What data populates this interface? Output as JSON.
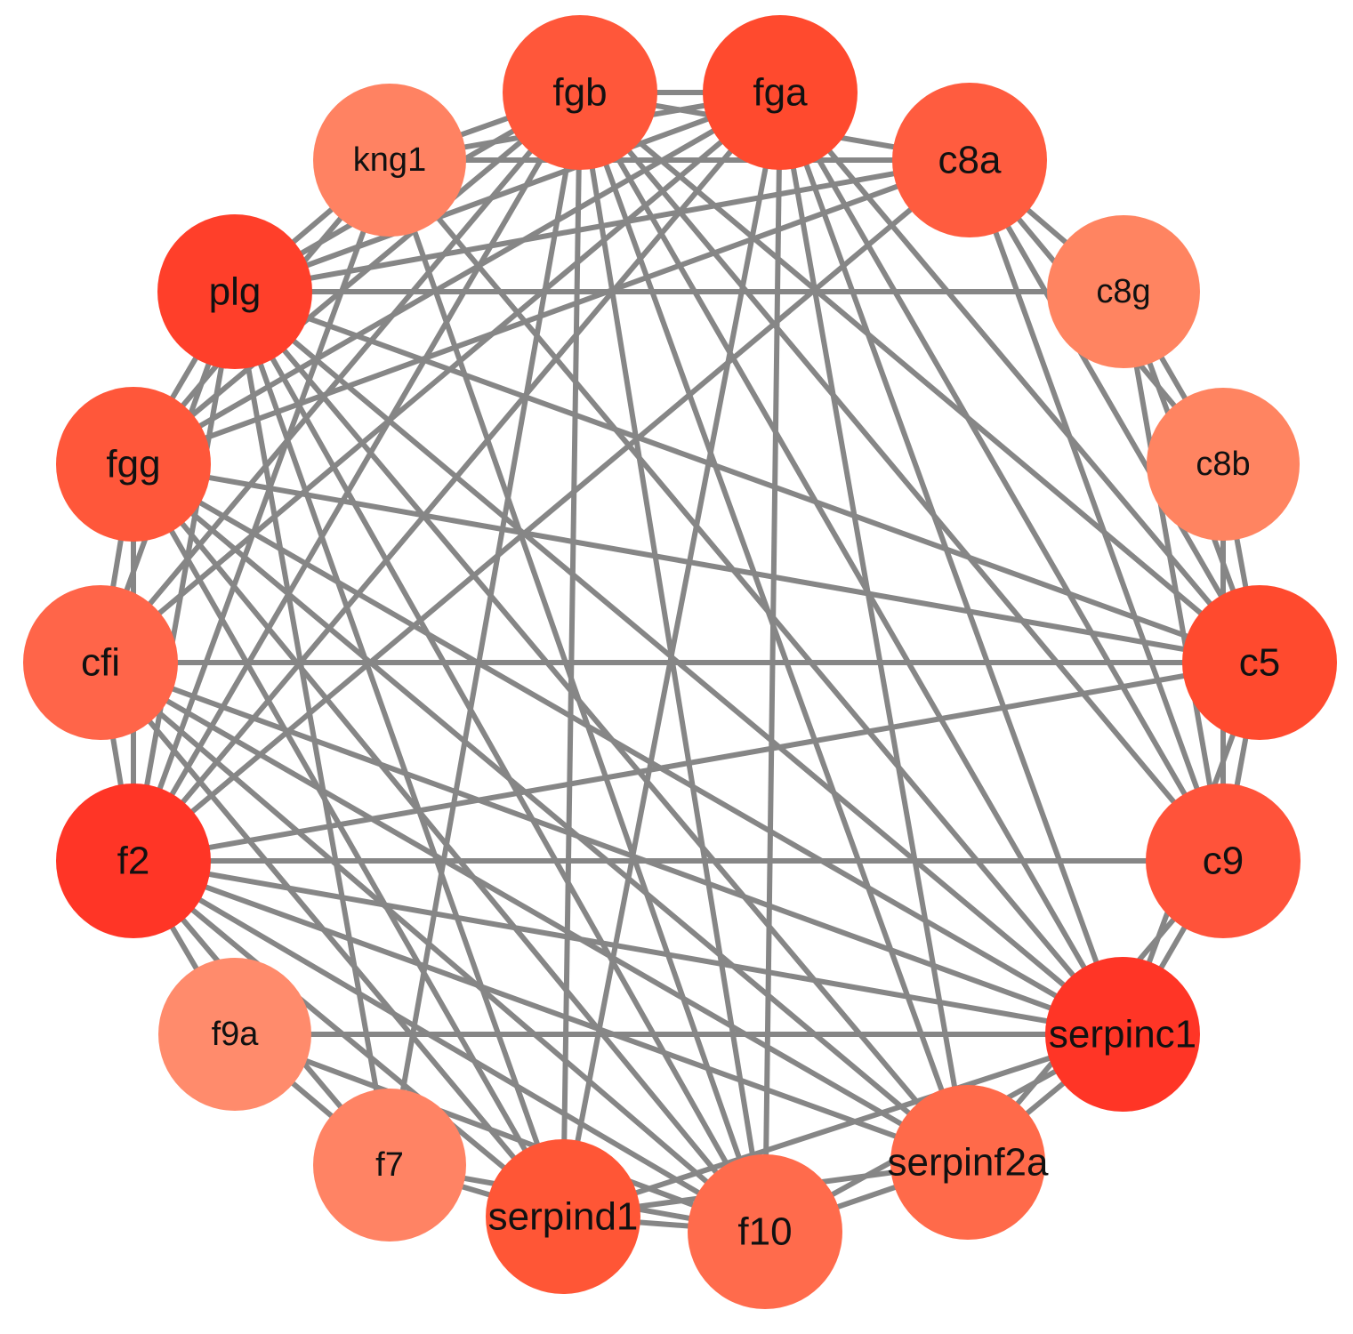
{
  "nodes": [
    {
      "id": "fgb",
      "label": "fgb",
      "color": "#FF573A",
      "size": "large"
    },
    {
      "id": "fga",
      "label": "fga",
      "color": "#FF4A2E",
      "size": "large"
    },
    {
      "id": "c8a",
      "label": "c8a",
      "color": "#FF5C3F",
      "size": "large"
    },
    {
      "id": "c8g",
      "label": "c8g",
      "color": "#FF8461",
      "size": "medium"
    },
    {
      "id": "c8b",
      "label": "c8b",
      "color": "#FF8461",
      "size": "medium"
    },
    {
      "id": "c5",
      "label": "c5",
      "color": "#FF4A2E",
      "size": "large"
    },
    {
      "id": "c9",
      "label": "c9",
      "color": "#FF533A",
      "size": "large"
    },
    {
      "id": "serpinc1",
      "label": "serpinc1",
      "color": "#FF3526",
      "size": "large"
    },
    {
      "id": "serpinf2a",
      "label": "serpinf2a",
      "color": "#FF6A4A",
      "size": "large"
    },
    {
      "id": "f10",
      "label": "f10",
      "color": "#FF6B4C",
      "size": "large"
    },
    {
      "id": "serpind1",
      "label": "serpind1",
      "color": "#FF5636",
      "size": "large"
    },
    {
      "id": "f7",
      "label": "f7",
      "color": "#FF8364",
      "size": "medium"
    },
    {
      "id": "f9a",
      "label": "f9a",
      "color": "#FF8B6C",
      "size": "medium"
    },
    {
      "id": "f2",
      "label": "f2",
      "color": "#FF3526",
      "size": "large"
    },
    {
      "id": "cfi",
      "label": "cfi",
      "color": "#FF6549",
      "size": "large"
    },
    {
      "id": "fgg",
      "label": "fgg",
      "color": "#FF573A",
      "size": "large"
    },
    {
      "id": "plg",
      "label": "plg",
      "color": "#FF3F2A",
      "size": "large"
    },
    {
      "id": "kng1",
      "label": "kng1",
      "color": "#FF8262",
      "size": "medium"
    }
  ],
  "edges": [
    [
      "fgb",
      "fga"
    ],
    [
      "fgb",
      "kng1"
    ],
    [
      "fgb",
      "plg"
    ],
    [
      "fgb",
      "fgg"
    ],
    [
      "fgb",
      "c8a"
    ],
    [
      "fgb",
      "c5"
    ],
    [
      "fgb",
      "c9"
    ],
    [
      "fgb",
      "serpinc1"
    ],
    [
      "fgb",
      "serpinf2a"
    ],
    [
      "fgb",
      "f10"
    ],
    [
      "fgb",
      "serpind1"
    ],
    [
      "fgb",
      "f2"
    ],
    [
      "fgb",
      "cfi"
    ],
    [
      "fgb",
      "f7"
    ],
    [
      "fga",
      "kng1"
    ],
    [
      "fga",
      "plg"
    ],
    [
      "fga",
      "fgg"
    ],
    [
      "fga",
      "c5"
    ],
    [
      "fga",
      "c9"
    ],
    [
      "fga",
      "serpinc1"
    ],
    [
      "fga",
      "serpinf2a"
    ],
    [
      "fga",
      "f10"
    ],
    [
      "fga",
      "serpind1"
    ],
    [
      "fga",
      "f2"
    ],
    [
      "fga",
      "cfi"
    ],
    [
      "kng1",
      "plg"
    ],
    [
      "kng1",
      "fgg"
    ],
    [
      "kng1",
      "f2"
    ],
    [
      "kng1",
      "c8a"
    ],
    [
      "kng1",
      "serpinc1"
    ],
    [
      "kng1",
      "f10"
    ],
    [
      "c8a",
      "c8g"
    ],
    [
      "c8a",
      "c8b"
    ],
    [
      "c8a",
      "c5"
    ],
    [
      "c8a",
      "c9"
    ],
    [
      "c8a",
      "plg"
    ],
    [
      "c8a",
      "fgg"
    ],
    [
      "c8a",
      "f2"
    ],
    [
      "c8g",
      "c8b"
    ],
    [
      "c8g",
      "c5"
    ],
    [
      "c8g",
      "c9"
    ],
    [
      "c8g",
      "plg"
    ],
    [
      "c8b",
      "c5"
    ],
    [
      "c8b",
      "c9"
    ],
    [
      "c5",
      "c9"
    ],
    [
      "c5",
      "serpinc1"
    ],
    [
      "c5",
      "plg"
    ],
    [
      "c5",
      "fgg"
    ],
    [
      "c5",
      "f2"
    ],
    [
      "c5",
      "cfi"
    ],
    [
      "c9",
      "serpinc1"
    ],
    [
      "c9",
      "f2"
    ],
    [
      "c9",
      "serpinf2a"
    ],
    [
      "serpinc1",
      "serpinf2a"
    ],
    [
      "serpinc1",
      "f10"
    ],
    [
      "serpinc1",
      "serpind1"
    ],
    [
      "serpinc1",
      "f9a"
    ],
    [
      "serpinc1",
      "f2"
    ],
    [
      "serpinc1",
      "plg"
    ],
    [
      "serpinc1",
      "fgg"
    ],
    [
      "serpinc1",
      "cfi"
    ],
    [
      "serpinf2a",
      "f10"
    ],
    [
      "serpinf2a",
      "serpind1"
    ],
    [
      "serpinf2a",
      "plg"
    ],
    [
      "serpinf2a",
      "f2"
    ],
    [
      "serpinf2a",
      "fgg"
    ],
    [
      "serpinf2a",
      "cfi"
    ],
    [
      "f10",
      "serpind1"
    ],
    [
      "f10",
      "f7"
    ],
    [
      "f10",
      "f9a"
    ],
    [
      "f10",
      "f2"
    ],
    [
      "f10",
      "plg"
    ],
    [
      "f10",
      "fgg"
    ],
    [
      "f10",
      "cfi"
    ],
    [
      "serpind1",
      "f7"
    ],
    [
      "serpind1",
      "f2"
    ],
    [
      "serpind1",
      "plg"
    ],
    [
      "serpind1",
      "fgg"
    ],
    [
      "serpind1",
      "cfi"
    ],
    [
      "f7",
      "f9a"
    ],
    [
      "f7",
      "f2"
    ],
    [
      "f7",
      "plg"
    ],
    [
      "f9a",
      "f2"
    ],
    [
      "f2",
      "cfi"
    ],
    [
      "f2",
      "fgg"
    ],
    [
      "f2",
      "plg"
    ],
    [
      "cfi",
      "fgg"
    ],
    [
      "cfi",
      "plg"
    ],
    [
      "fgg",
      "plg"
    ]
  ]
}
